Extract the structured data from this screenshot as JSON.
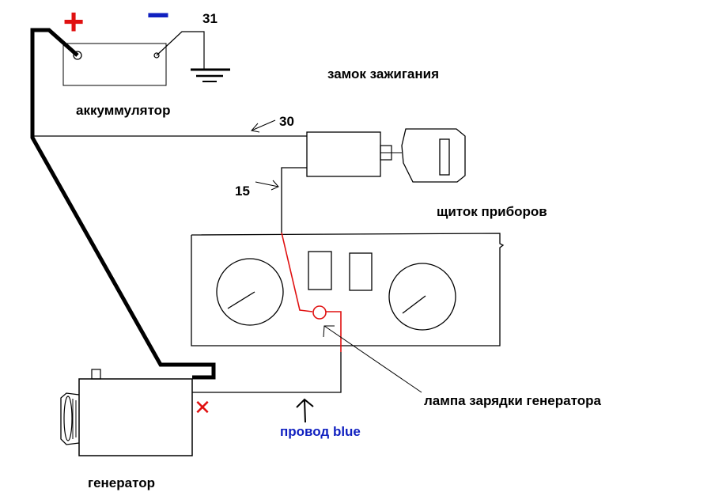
{
  "labels": {
    "battery_plus": "+",
    "battery_minus": "−",
    "terminal_31": "31",
    "ignition_lock": "замок зажигания",
    "battery": "аккуммулятор",
    "terminal_30": "30",
    "terminal_15": "15",
    "instrument_panel": "щиток приборов",
    "charge_lamp": "лампа зарядки генератора",
    "blue_wire": "провод blue",
    "generator": "генератор",
    "disconnected_mark": "✕"
  },
  "colors": {
    "wire": "#000000",
    "plus": "#e01010",
    "minus": "#1020c0",
    "lamp_circuit": "#e01010",
    "blue_wire_label": "#1020c0",
    "cross_mark": "#e01010"
  }
}
